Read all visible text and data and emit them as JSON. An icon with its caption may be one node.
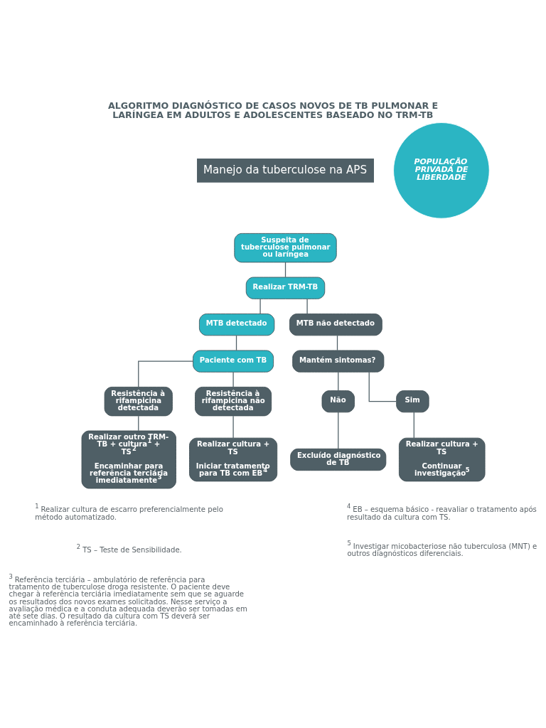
{
  "diagram": {
    "title": "ALGORITMO DIAGNÓSTICO DE CASOS NOVOS DE TB PULMONAR E LARÍNGEA EM ADULTOS E ADOLESCENTES BASEADO NO TRM-TB",
    "nodes": [
      {
        "text": [
          "Suspeita de tuberculose pulmonar ou laríngea"
        ]
      },
      {
        "text": [
          "Realizar TRM-TB"
        ]
      },
      {
        "text": [
          "MTB detectado"
        ]
      },
      {
        "text": [
          "MTB não detectado"
        ]
      },
      {
        "text": [
          "Paciente com TB"
        ]
      },
      {
        "text": [
          "Mantém sintomas?"
        ]
      },
      {
        "text": [
          "Resistência à rifampicina detectada"
        ]
      },
      {
        "text": [
          "Resistência à rifampicina não detectada"
        ]
      },
      {
        "text": [
          "Não"
        ]
      },
      {
        "text": [
          "Sim"
        ]
      },
      {
        "text": [
          "Realizar outro TRM-TB + cultura$^{1}$ + TS$^{2}$",
          "Encaminhar para referência terciária imediatamente$^{3}$"
        ]
      },
      {
        "text": [
          "Realizar cultura + TS",
          "Iniciar tratamento para TB com EB$^{4}$"
        ]
      },
      {
        "text": [
          "Excluído diagnóstico de TB"
        ]
      },
      {
        "text": [
          "Realizar cultura + TS",
          "Continuar investigação$^{5}$"
        ]
      }
    ],
    "edges": [
      {
        "from": 0,
        "to": 1,
        "arrow": "none"
      },
      {
        "from": 1,
        "to": 2,
        "arrow": "none"
      },
      {
        "from": 1,
        "to": 3,
        "arrow": "none"
      },
      {
        "from": 2,
        "to": 4,
        "arrow": "none"
      },
      {
        "from": 3,
        "to": 5,
        "arrow": "none"
      },
      {
        "from": 4,
        "to": 6,
        "arrow": "none"
      },
      {
        "from": 4,
        "to": 7,
        "arrow": "none"
      },
      {
        "from": 5,
        "to": 8,
        "arrow": "none"
      },
      {
        "from": 5,
        "to": 9,
        "arrow": "none"
      },
      {
        "from": 6,
        "to": 10,
        "arrow": "none"
      },
      {
        "from": 7,
        "to": 11,
        "arrow": "none"
      },
      {
        "from": 8,
        "to": 12,
        "arrow": "none"
      },
      {
        "from": 9,
        "to": 13,
        "arrow": "none"
      }
    ],
    "labels": [
      "Manejo da tuberculose na APS",
      "POPULAÇÃO PRIVADA DE LIBERDADE",
      "$^{1}$ Realizar cultura de escarro preferencialmente pelo método automatizado.",
      "$^{2}$ TS – Teste de Sensibilidade.",
      "$^{3}$ Referência terciária – ambulatório de referência para tratamento de tuberculose droga resistente. O paciente deve chegar à referência terciária imediatamente sem que se aguarde os resultados dos novos exames solicitados. Nesse serviço a avaliação médica e a conduta adequada deverão ser tomadas em até sete dias. O resultado da cultura com TS deverá ser encaminhado à referência terciária.",
      "$^{4}$ EB – esquema básico - reavaliar o tratamento após resultado da cultura com TS.",
      "$^{5}$ Investigar micobacteriose não tuberculosa (MNT) e outros diagnósticos diferenciais."
    ]
  }
}
